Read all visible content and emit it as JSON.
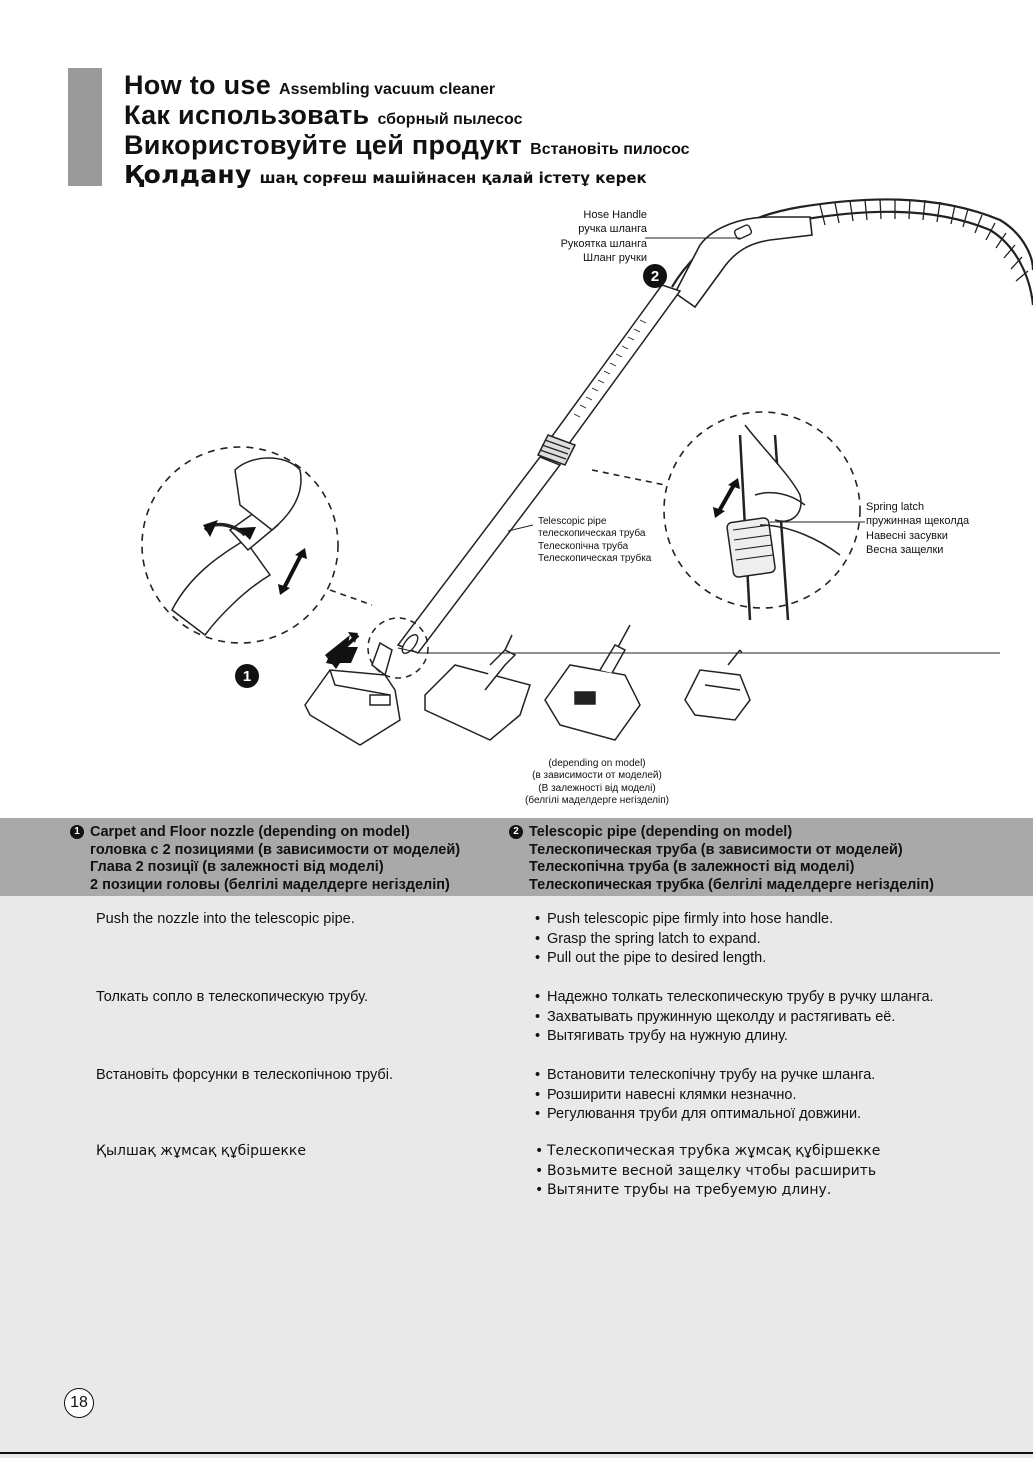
{
  "titles": [
    {
      "main": "How to use",
      "sub": "Assembling vacuum cleaner"
    },
    {
      "main": "Как использовать",
      "sub": "сборный пылесос"
    },
    {
      "main": "Використовуйте цей продукт",
      "sub": "Встановіть пилосос"
    },
    {
      "main": "Қолдану",
      "sub": "шаң сорғеш машійнасен қалай істетұ керек"
    }
  ],
  "labels": {
    "hose_handle": [
      "Hose Handle",
      "ручка шланга",
      "Рукоятка шланга",
      "Шланг ручки"
    ],
    "telescopic_pipe": [
      "Telescopic pipe",
      "телескопическая труба",
      "Телескопічна труба",
      "Телескопическая трубка"
    ],
    "spring_latch": [
      "Spring latch",
      "пружинная щеколда",
      "Навесні засувки",
      "Весна защелки"
    ],
    "depending": [
      "(depending on model)",
      "(в зависимости от моделей)",
      "(В залежності від моделі)",
      "(белгілі маделдерге негізделіп)"
    ],
    "callout_1": "1",
    "callout_2": "2"
  },
  "section1": {
    "number": "1",
    "headings": [
      "Carpet and Floor nozzle (depending on model)",
      "головка с 2 позициями (в зависимости от моделей)",
      "Глава 2 позиції (в залежності від моделі)",
      "2 позиции головы (белгілі маделдерге негізделіп)"
    ],
    "steps": [
      "Push the nozzle into the telescopic pipe.",
      "Толкать сопло в телескопическую трубу.",
      "Встановіть форсунки в телескопічною трубі.",
      "Қылшақ жұмсақ құбіршекке"
    ]
  },
  "section2": {
    "number": "2",
    "headings": [
      "Telescopic pipe (depending on model)",
      "Телескопическая труба (в зависимости от моделей)",
      "Телескопічна труба (в залежності від моделі)",
      "Телескопическая трубка (белгілі маделдерге негізделіп)"
    ],
    "groups": [
      [
        "Push telescopic pipe firmly into hose handle.",
        "Grasp the spring latch to expand.",
        "Pull out the pipe to desired length."
      ],
      [
        "Надежно толкать телескопическую трубу в ручку шланга.",
        "Захватывать пружинную щеколду и растягивать её.",
        "Вытягивать трубу на нужную длину."
      ],
      [
        "Встановити телескопічну трубу на ручке шланга.",
        "Розширити навесні клямки незначно.",
        "Регулювання труби для оптимальної довжини."
      ],
      [
        "Телескопическая трубка жұмсақ құбіршекке",
        "Возьмите весной защелку чтобы расширить",
        "Вытяните трубы на требуемую длину."
      ]
    ]
  },
  "page_number": "18"
}
